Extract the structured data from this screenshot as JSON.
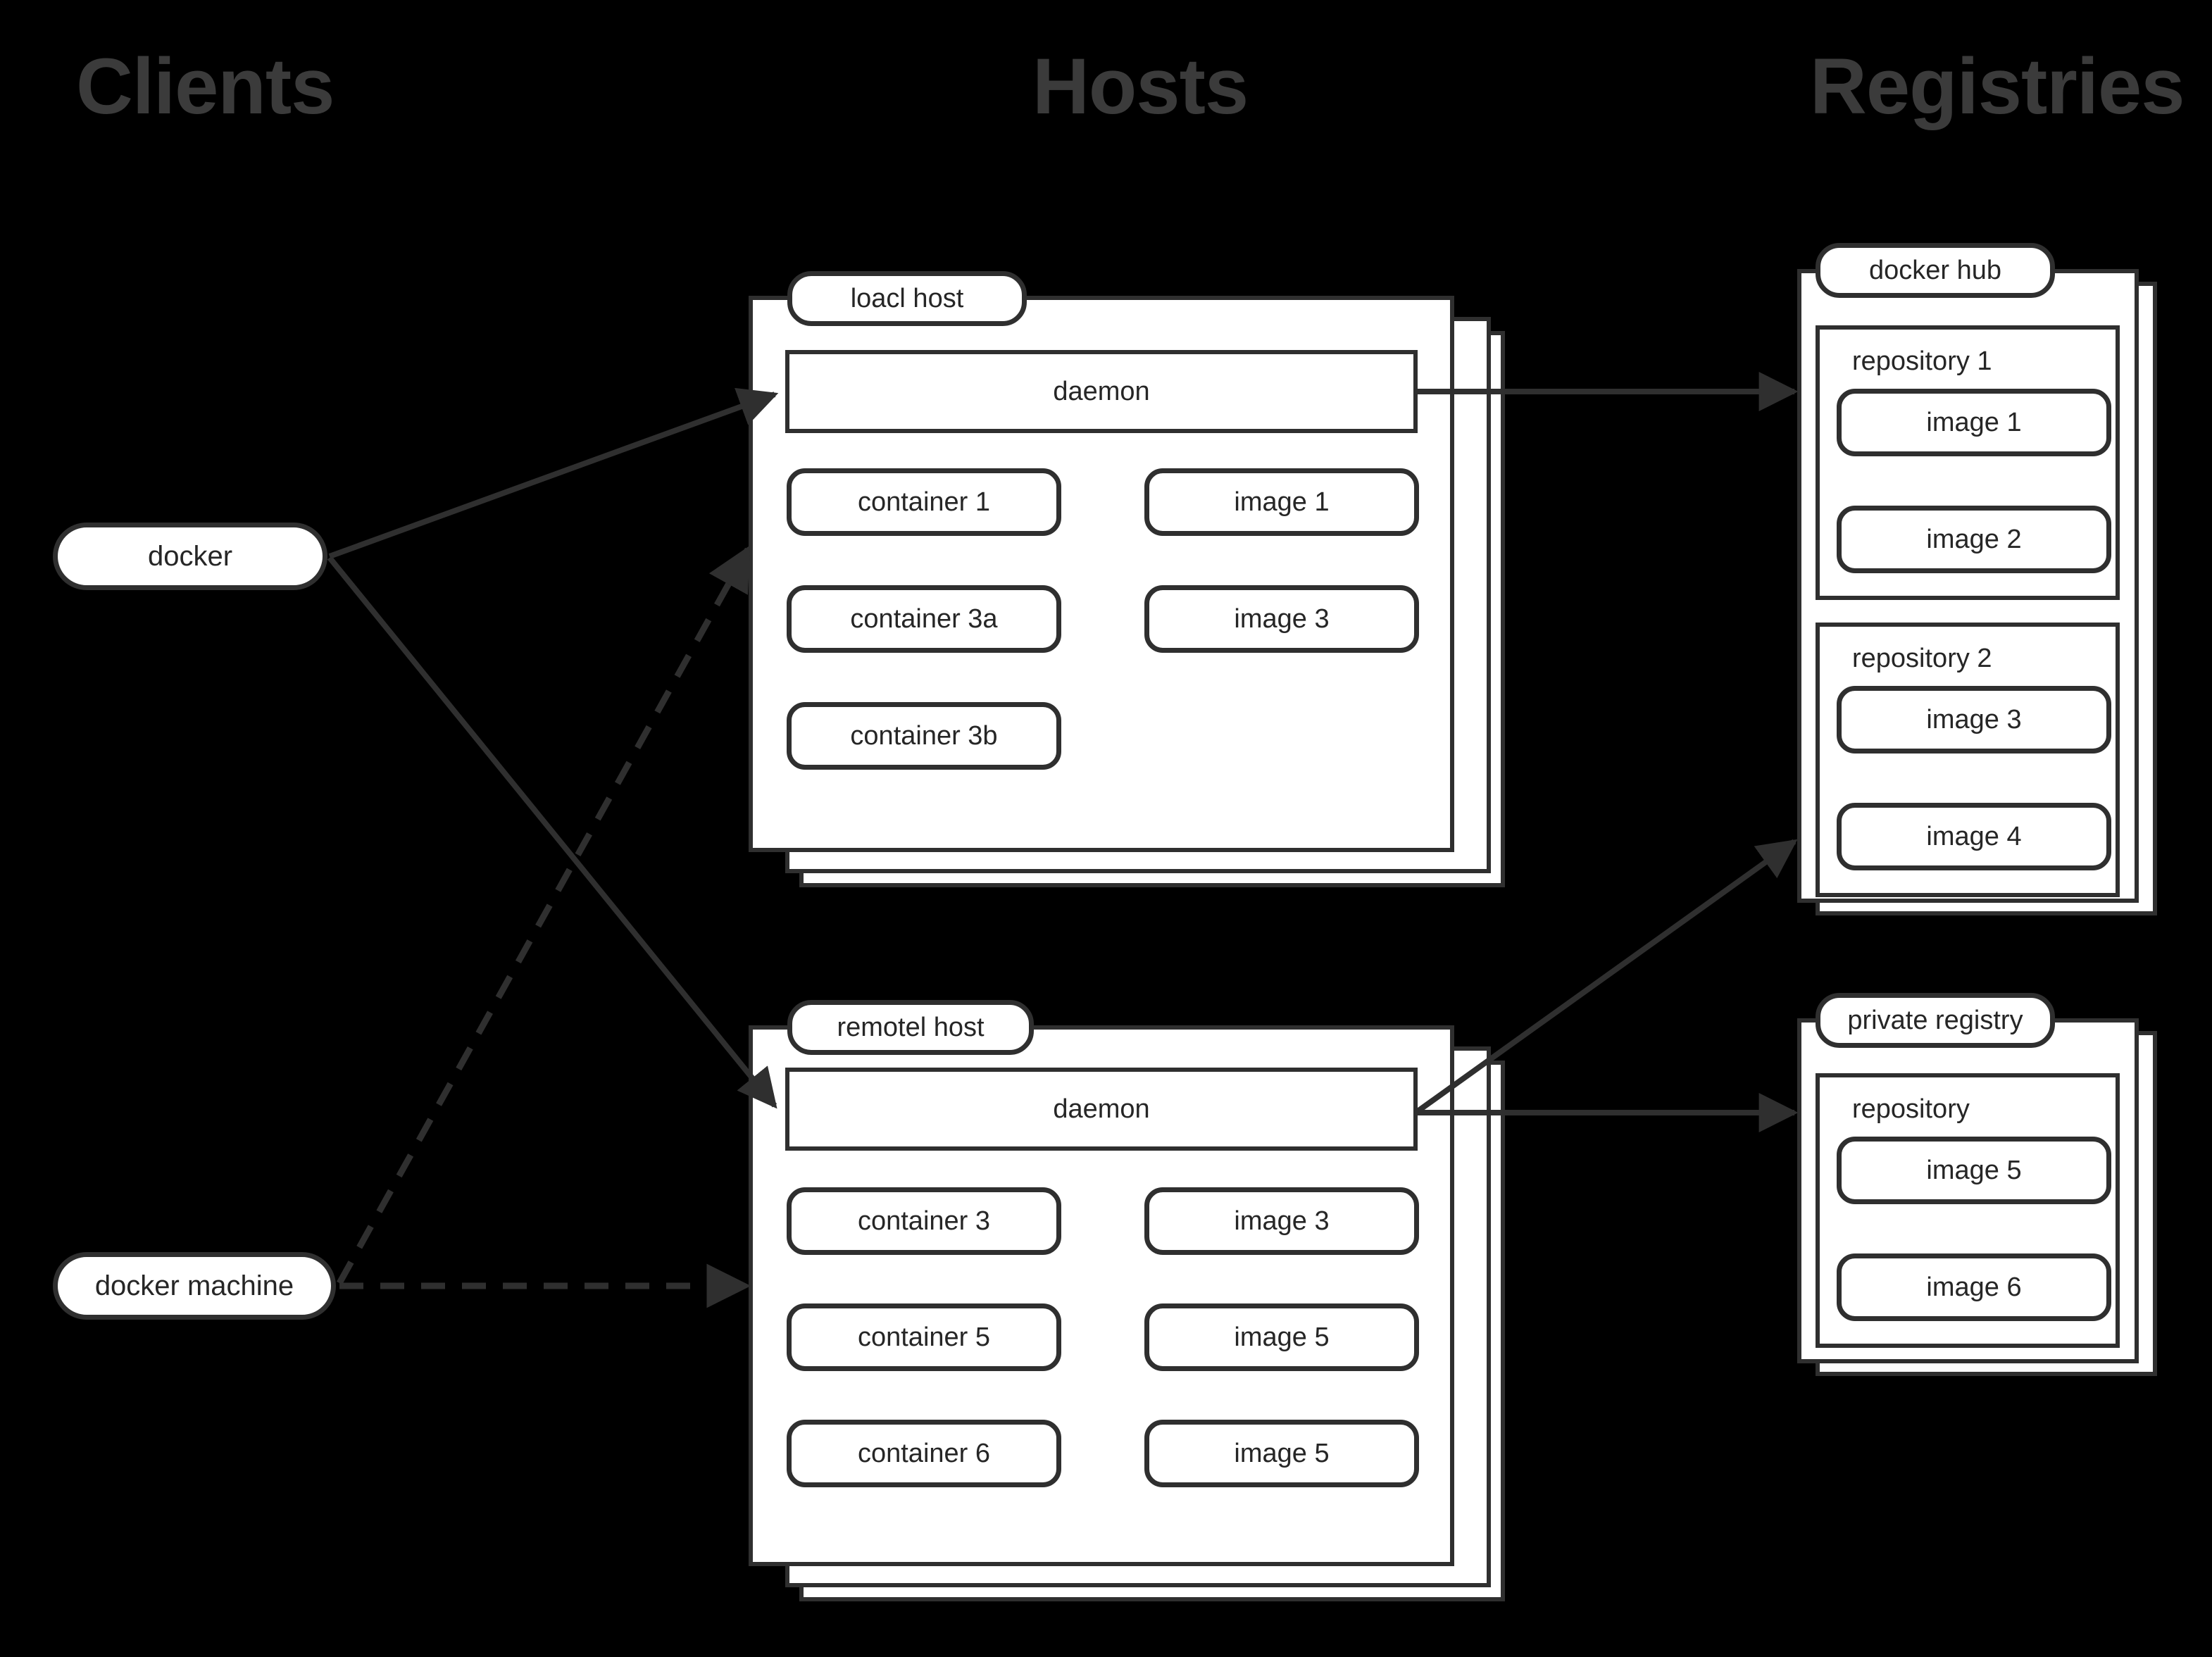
{
  "columns": [
    {
      "label": "Clients"
    },
    {
      "label": "Hosts"
    },
    {
      "label": "Registries"
    }
  ],
  "clients": [
    {
      "label": "docker"
    },
    {
      "label": "docker machine"
    }
  ],
  "hosts": [
    {
      "label": "loacl host",
      "daemon": "daemon",
      "containers": [
        "container 1",
        "container 3a",
        "container 3b"
      ],
      "images": [
        "image 1",
        "image 3"
      ]
    },
    {
      "label": "remotel host",
      "daemon": "daemon",
      "containers": [
        "container 3",
        "container 5",
        "container 6"
      ],
      "images": [
        "image 3",
        "image 5",
        "image 5"
      ]
    }
  ],
  "registries": [
    {
      "label": "docker hub",
      "repositories": [
        {
          "title": "repository 1",
          "images": [
            "image 1",
            "image 2"
          ]
        },
        {
          "title": "repository 2",
          "images": [
            "image 3",
            "image 4"
          ]
        }
      ]
    },
    {
      "label": "private registry",
      "repositories": [
        {
          "title": "repository",
          "images": [
            "image 5",
            "image 6"
          ]
        }
      ]
    }
  ],
  "connections": [
    {
      "from": "docker",
      "to": "loacl host daemon",
      "style": "solid"
    },
    {
      "from": "docker",
      "to": "remotel host daemon",
      "style": "solid"
    },
    {
      "from": "docker machine",
      "to": "loacl host",
      "style": "dashed"
    },
    {
      "from": "docker machine",
      "to": "remotel host",
      "style": "dashed"
    },
    {
      "from": "loacl host daemon",
      "to": "docker hub",
      "style": "solid"
    },
    {
      "from": "remotel host daemon",
      "to": "docker hub",
      "style": "solid"
    },
    {
      "from": "remotel host daemon",
      "to": "private registry",
      "style": "solid"
    }
  ],
  "colors": {
    "background": "#000000",
    "stroke": "#2f2f2f",
    "fill": "#ffffff",
    "heading": "#3b3b3b",
    "text": "#262626"
  }
}
